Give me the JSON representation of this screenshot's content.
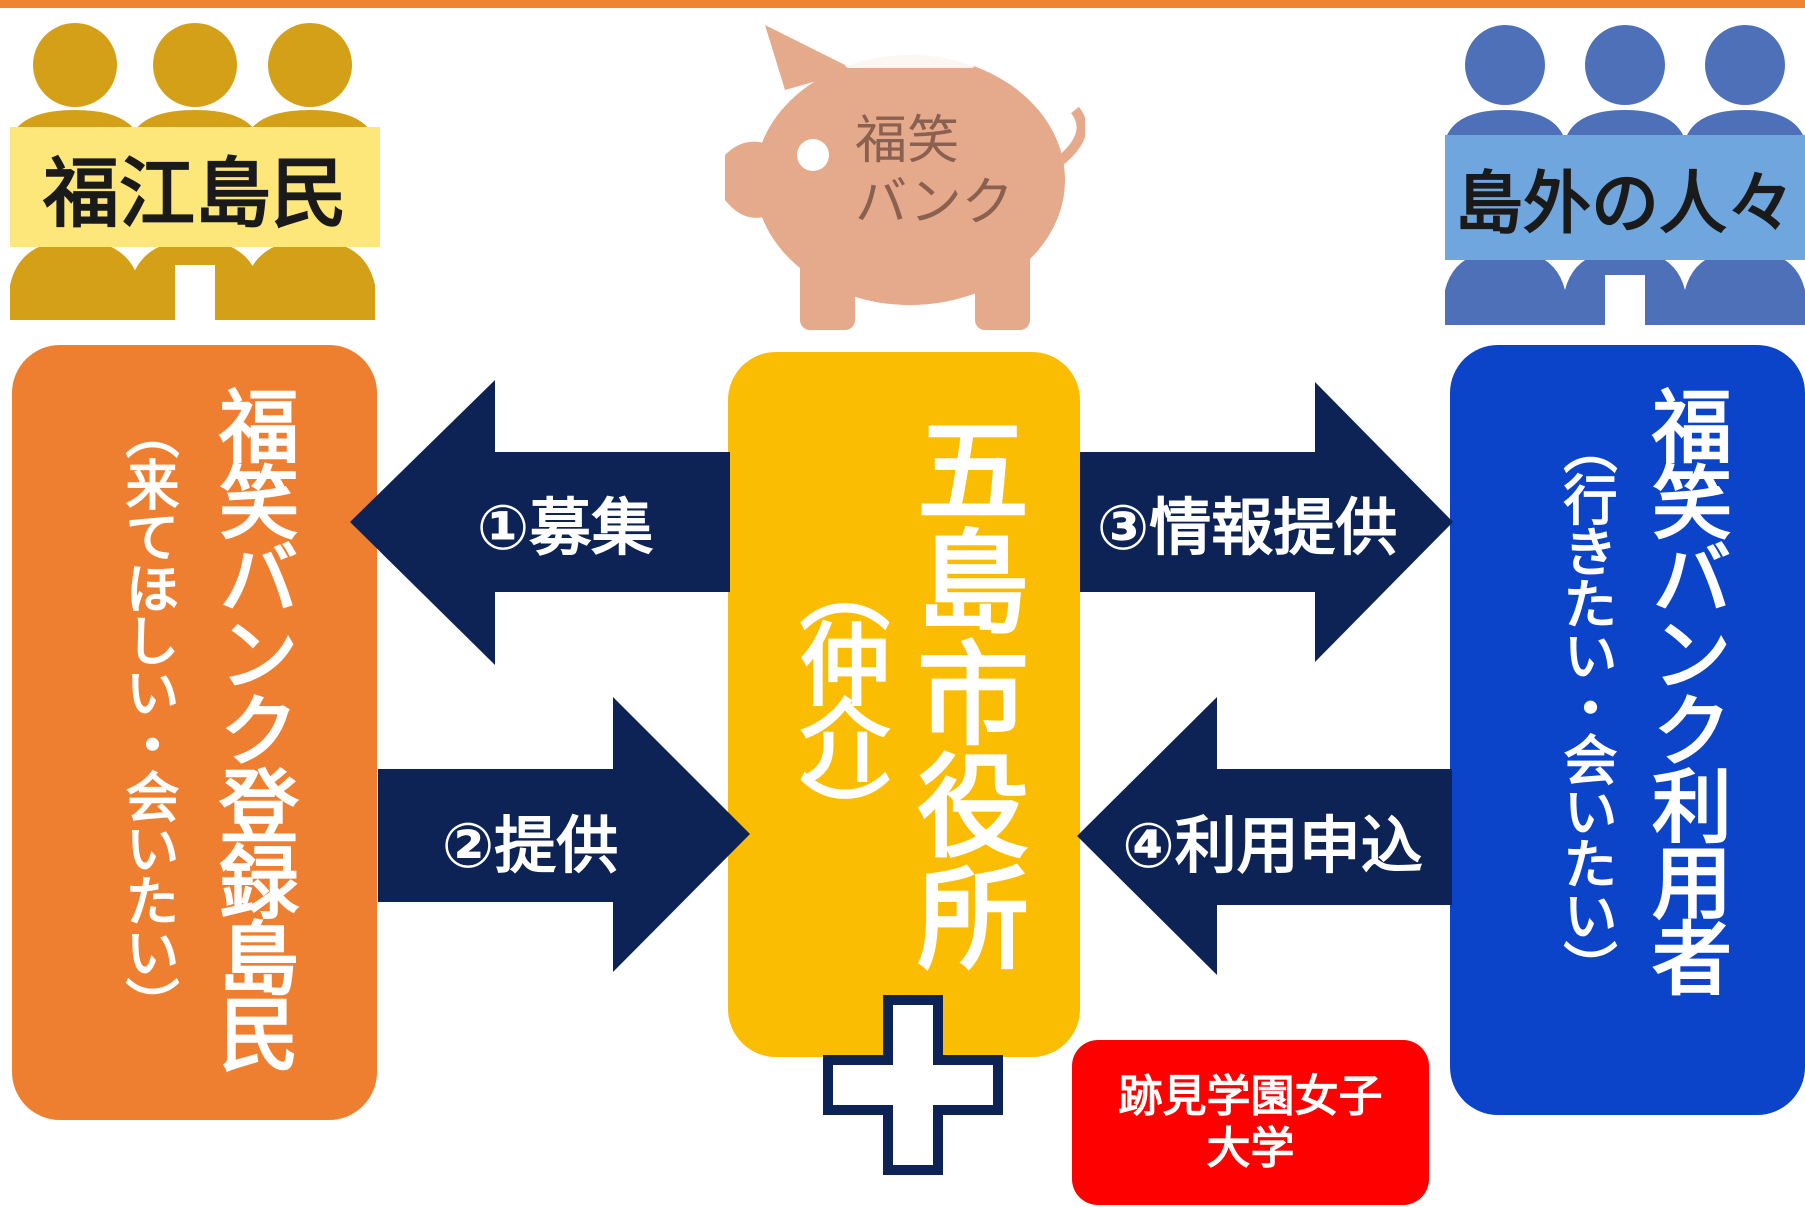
{
  "colors": {
    "top_bar": "#ef8532",
    "left_people": "#d4a017",
    "left_label_bg": "#fde77a",
    "right_people": "#4d70b8",
    "right_label_bg": "#6fa6dd",
    "left_box": "#ee7f31",
    "center_box": "#fbbd02",
    "right_box": "#0b44c9",
    "arrow": "#0d2356",
    "pig": "#e5a98b",
    "red_box": "#fe0000"
  },
  "left_group": {
    "label": "福江島民",
    "icon": "people-group-icon"
  },
  "right_group": {
    "label": "島外の人々",
    "icon": "people-group-icon"
  },
  "pig": {
    "icon": "piggy-bank-icon",
    "line1": "福笑",
    "line2": "バンク"
  },
  "left_box": {
    "title": "福笑バンク登録島民",
    "subtitle": "（来てほしい・会いたい）"
  },
  "center_box": {
    "title": "五島市役所",
    "subtitle": "（仲介）"
  },
  "right_box": {
    "title": "福笑バンク利用者",
    "subtitle": "（行きたい・会いたい）"
  },
  "arrows": {
    "a1": "①募集",
    "a2": "②提供",
    "a3": "③情報提供",
    "a4": "④利用申込"
  },
  "plus_icon": "plus-icon",
  "university": {
    "line1": "跡見学園女子",
    "line2": "大学"
  }
}
